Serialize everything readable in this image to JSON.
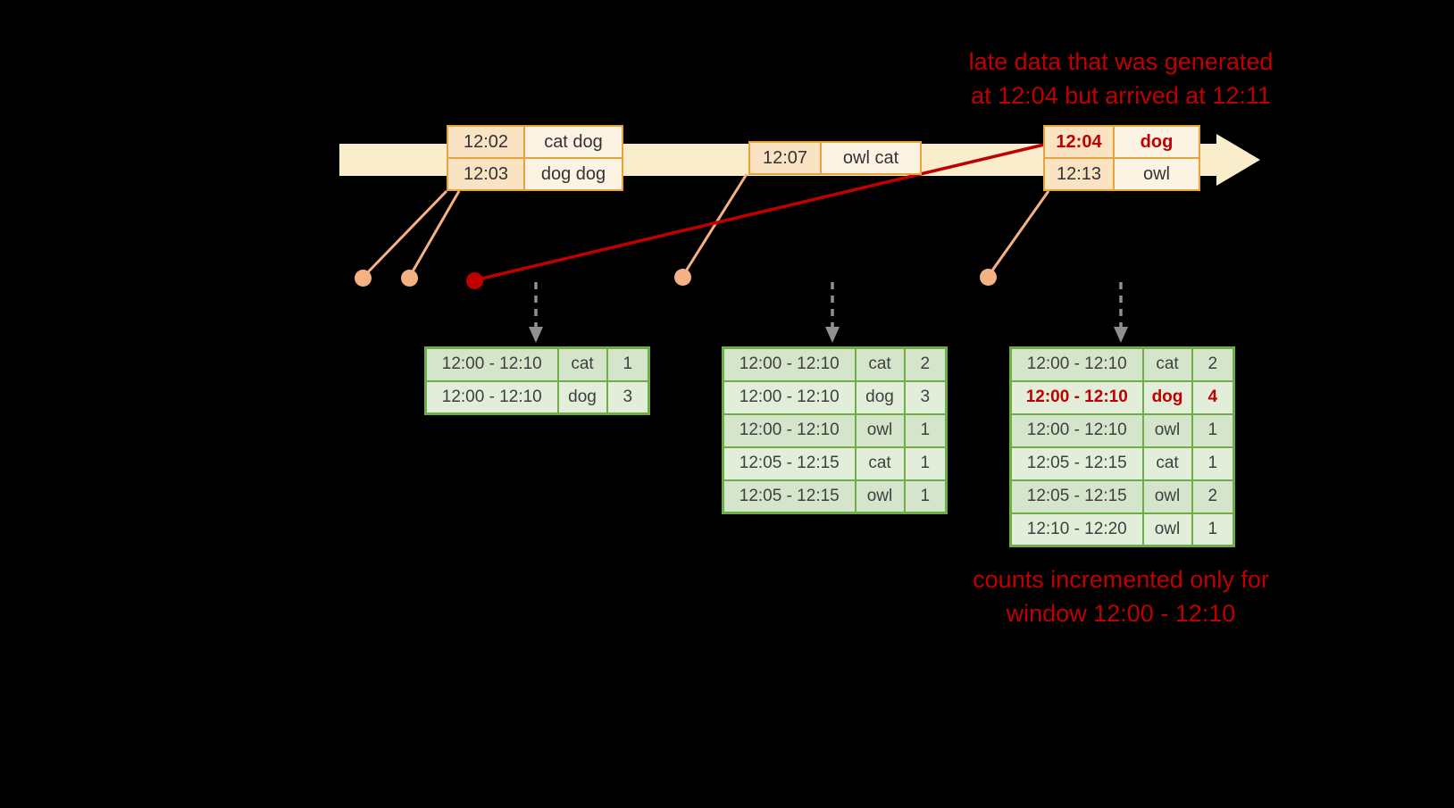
{
  "annotations": {
    "late_data_line1": "late data that was generated",
    "late_data_line2": "at 12:04 but arrived at 12:11",
    "caption_line1": "counts incremented only for",
    "caption_line2": "window 12:00 - 12:10"
  },
  "timeline": {
    "events": [
      {
        "rows": [
          {
            "time": "12:02",
            "words": "cat dog"
          },
          {
            "time": "12:03",
            "words": "dog dog"
          }
        ]
      },
      {
        "rows": [
          {
            "time": "12:07",
            "words": "owl cat"
          }
        ]
      },
      {
        "rows": [
          {
            "time": "12:04",
            "words": "dog",
            "late": true
          },
          {
            "time": "12:13",
            "words": "owl"
          }
        ]
      }
    ]
  },
  "result_tables": [
    {
      "rows": [
        {
          "window": "12:00 - 12:10",
          "word": "cat",
          "count": "1"
        },
        {
          "window": "12:00 - 12:10",
          "word": "dog",
          "count": "3"
        }
      ]
    },
    {
      "rows": [
        {
          "window": "12:00 - 12:10",
          "word": "cat",
          "count": "2"
        },
        {
          "window": "12:00 - 12:10",
          "word": "dog",
          "count": "3"
        },
        {
          "window": "12:00 - 12:10",
          "word": "owl",
          "count": "1"
        },
        {
          "window": "12:05 - 12:15",
          "word": "cat",
          "count": "1"
        },
        {
          "window": "12:05 - 12:15",
          "word": "owl",
          "count": "1"
        }
      ]
    },
    {
      "rows": [
        {
          "window": "12:00 - 12:10",
          "word": "cat",
          "count": "2"
        },
        {
          "window": "12:00 - 12:10",
          "word": "dog",
          "count": "4",
          "late": true
        },
        {
          "window": "12:00 - 12:10",
          "word": "owl",
          "count": "1"
        },
        {
          "window": "12:05 - 12:15",
          "word": "cat",
          "count": "1"
        },
        {
          "window": "12:05 - 12:15",
          "word": "owl",
          "count": "2"
        },
        {
          "window": "12:10 - 12:20",
          "word": "owl",
          "count": "1"
        }
      ]
    }
  ],
  "colors": {
    "background": "#000000",
    "annotation_red": "#C00000",
    "timeline_fill": "#FAEDCB",
    "event_border": "#E8A33D",
    "time_cell_fill": "#FAE3C3",
    "word_cell_fill": "#FCF3E3",
    "dot_salmon": "#F4B183",
    "late_red": "#C00000",
    "trigger_arrow_gray": "#909090",
    "table_border_green": "#6FAE46",
    "row_fill_dark": "#D5E5CB",
    "row_fill_light": "#E2EEDA"
  }
}
